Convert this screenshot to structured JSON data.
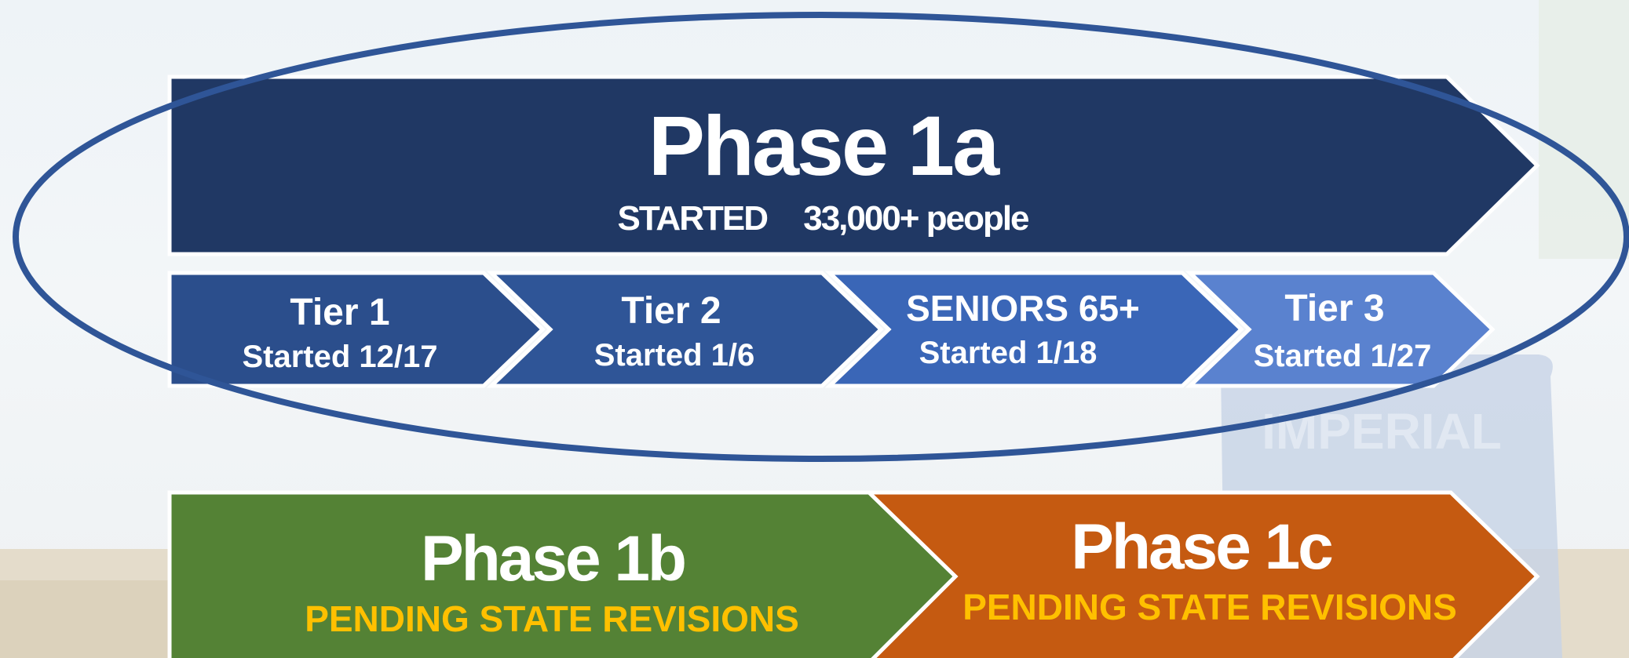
{
  "background": {
    "sign_text": "IMPERIAL",
    "colors": {
      "sky": "#eef3f7",
      "sign": "#2d5a9c",
      "ground": "#d9c9a8"
    }
  },
  "phase_1a": {
    "title": "Phase 1a",
    "status": "STARTED",
    "count": "33,000+ people",
    "color": "#203864"
  },
  "tiers": [
    {
      "title": "Tier 1",
      "started": "Started 12/17",
      "color": "#2b4e8c"
    },
    {
      "title": "Tier 2",
      "started": "Started 1/6",
      "color": "#2f5597"
    },
    {
      "title": "SENIORS 65+",
      "started": "Started 1/18",
      "color": "#3a66b7"
    },
    {
      "title": "Tier 3",
      "started": "Started 1/27",
      "color": "#5a82cf"
    }
  ],
  "phase_1b": {
    "title": "Phase 1b",
    "status": "PENDING STATE REVISIONS",
    "color": "#548235"
  },
  "phase_1c": {
    "title": "Phase 1c",
    "status": "PENDING STATE REVISIONS",
    "color": "#c55a11"
  },
  "colors": {
    "highlight_ellipse": "#2f5597",
    "pending_text": "#ffc000",
    "arrow_border": "#ffffff"
  }
}
